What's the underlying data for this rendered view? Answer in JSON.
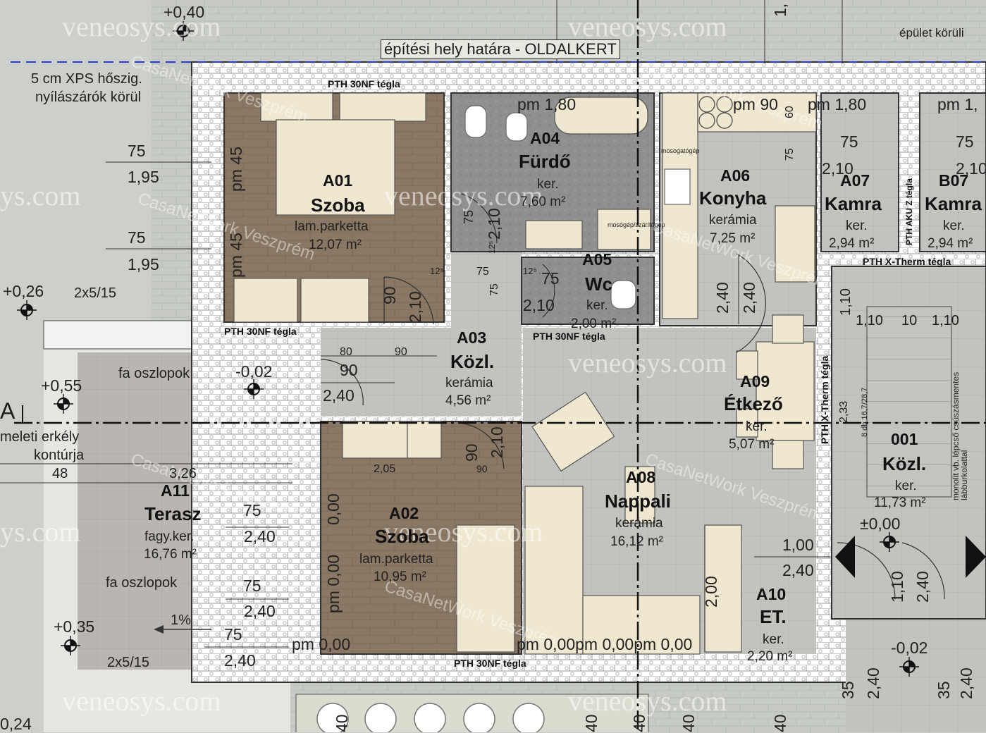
{
  "watermarks": {
    "site": "veneosys.com",
    "site_short": "ys.com",
    "network": "CasaNetWork Veszprém"
  },
  "labels": {
    "boundary": "építési hely határa - OLDALKERT",
    "building_around": "épület körüli",
    "xps_line1": "5 cm XPS hőszig.",
    "xps_line2": "nyílászárók körül",
    "columns1": "fa oszlopok",
    "columns2": "fa oszlopok",
    "balcony_line1": "meleti erkély",
    "balcony_line2": "kontúrja",
    "section_a": "A",
    "slope": "1%",
    "wall_1": "PTH 30NF tégla",
    "wall_2": "PTH 30NF tégla",
    "wall_3": "PTH 30NF tégla",
    "wall_4": "PTH 30NF tégla",
    "wall_xtherm_h": "PTH X-Therm tégla",
    "wall_xtherm_v": "PTH X-Therm tégla",
    "wall_akuz": "PTH AKU Z tégla",
    "washer": "mosogatógép",
    "washer2": "mosógép/szárítógép",
    "stair_text": "monolit vb. lépcső csúszásmentes lábburkolattal",
    "stair_count": "8 db 16,7/28,7"
  },
  "levels": {
    "l1": "+0,40",
    "l2": "+0,26",
    "l3": "+0,55",
    "l4": "-0,02",
    "l5": "+0,35",
    "l6": "±0,00",
    "l7": "-0,02",
    "l8": "0,24"
  },
  "rooms": [
    {
      "code": "A01",
      "name": "Szoba",
      "material": "lam.parketta",
      "area": "12,07 m²"
    },
    {
      "code": "A04",
      "name": "Fürdő",
      "material": "ker.",
      "area": "7,60 m²"
    },
    {
      "code": "A05",
      "name": "Wc",
      "material": "ker.",
      "area": "2,00 m²"
    },
    {
      "code": "A06",
      "name": "Konyha",
      "material": "kerámia",
      "area": "7,25 m²"
    },
    {
      "code": "A07",
      "name": "Kamra",
      "material": "ker.",
      "area": "2,94 m²"
    },
    {
      "code": "B07",
      "name": "Kamra",
      "material": "ker.",
      "area": "2,94 m²"
    },
    {
      "code": "A03",
      "name": "Közl.",
      "material": "kerámia",
      "area": "4,56 m²"
    },
    {
      "code": "A09",
      "name": "Étkező",
      "material": "ker.",
      "area": "5,07 m²"
    },
    {
      "code": "001",
      "name": "Közl.",
      "material": "ker.",
      "area": "11,73 m²"
    },
    {
      "code": "A02",
      "name": "Szoba",
      "material": "lam.parketta",
      "area": "10,95 m²"
    },
    {
      "code": "A08",
      "name": "Nappali",
      "material": "kerámia",
      "area": "16,12 m²"
    },
    {
      "code": "A11",
      "name": "Terasz",
      "material": "fagy.ker.",
      "area": "16,76 m²"
    },
    {
      "code": "A10",
      "name": "ET.",
      "material": "ker.",
      "area": "2,20 m²"
    }
  ],
  "dims": {
    "w1_top": "75",
    "w1_bot": "1,95",
    "w2_top": "75",
    "w2_bot": "1,95",
    "pm45a": "pm 45",
    "pm45b": "pm 45",
    "pm180a": "pm 1,80",
    "pm90": "pm 90",
    "pm180b": "pm 1,80",
    "pm1x": "pm 1,",
    "d60": "60",
    "d75k": "75",
    "k75a": "75",
    "k210a": "2,10",
    "k75b": "75",
    "k210b": "2,10",
    "bath210": "2,10",
    "bath75": "75",
    "bath12a": "12⁵",
    "wc75": "75",
    "wc210": "2,10",
    "wc12": "12⁵",
    "wc75b": "75",
    "c75": "75",
    "c75v": "75",
    "c12": "12⁵",
    "d90a": "90",
    "d210a": "2,10",
    "d80": "80",
    "d90h": "90",
    "ent90": "90",
    "ent240": "2,40",
    "k240a": "2,40",
    "k240b": "2,40",
    "st110": "1,10",
    "st110b": "1,10",
    "st10": "10",
    "st110c": "1,10",
    "st233": "2,33",
    "a02_90": "90",
    "a02_210": "2,10",
    "a02_90b": "90",
    "a02_205": "2,05",
    "pm000a": "pm 0,00",
    "pm000b": "0,00",
    "t326": "3,26",
    "t48": "48",
    "t75a": "75",
    "t240a": "2,40",
    "t75b": "75",
    "t240b": "2,40",
    "t75c": "75",
    "t240c": "2,40",
    "col1": "2x5/15",
    "col2": "2x5/15",
    "pm000c": "pm 0,00",
    "pm000d": "pm 0,00pm 0,00pm 0,00",
    "et200": "2,00",
    "door100": "1,00",
    "door240": "2,40",
    "e110": "1,10",
    "e240": "2,40",
    "e240b": "2,40",
    "e35": "35",
    "e35b": "35",
    "e240c": "2,40",
    "b40a": "40",
    "b40b": "40",
    "b40c": "40",
    "b40d": "40",
    "b40e": "40",
    "top1": "1,"
  }
}
